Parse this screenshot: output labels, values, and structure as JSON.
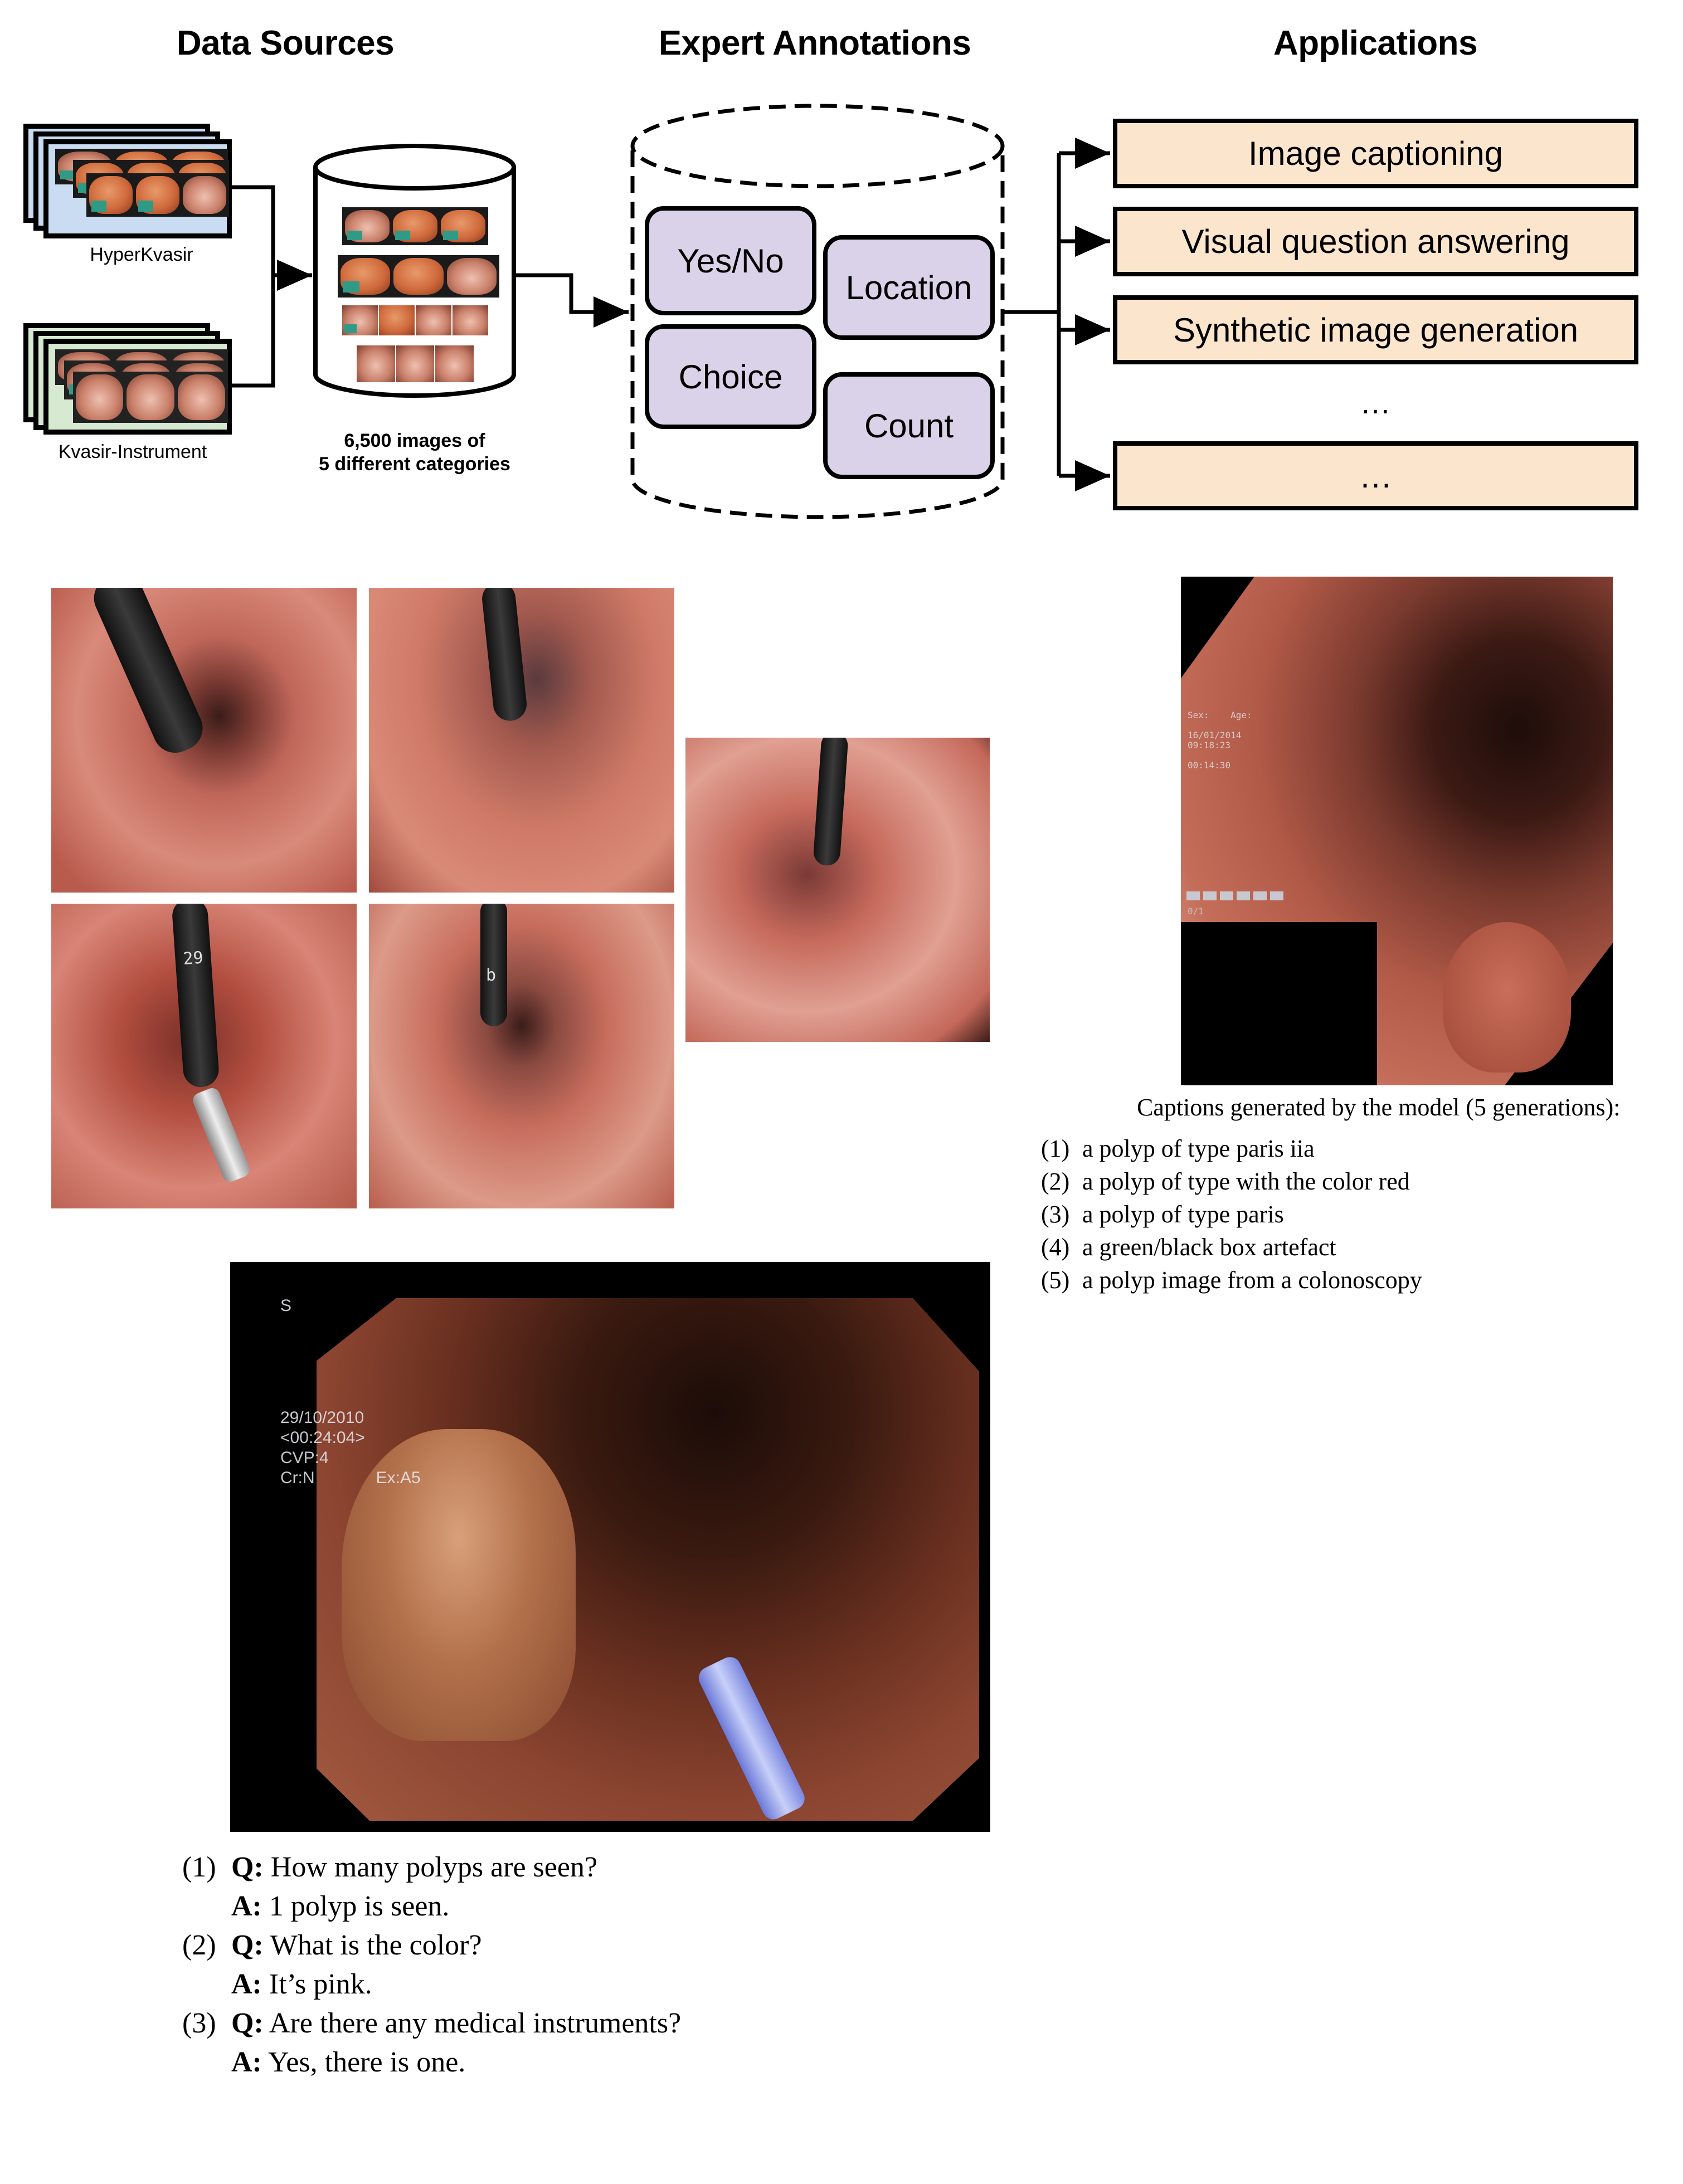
{
  "headers": {
    "data_sources": "Data Sources",
    "expert_annotations": "Expert Annotations",
    "applications": "Applications"
  },
  "data_sources": {
    "hyperkvasir_label": "HyperKvasir",
    "kvasir_instrument_label": "Kvasir-Instrument",
    "database_caption_line1": "6,500 images of",
    "database_caption_line2": "5 different categories"
  },
  "annotations": {
    "yes_no": "Yes/No",
    "location": "Location",
    "choice": "Choice",
    "count": "Count"
  },
  "applications": {
    "items": [
      "Image captioning",
      "Visual question answering",
      "Synthetic image generation"
    ],
    "ellipsis_between": "…",
    "last_box": "…"
  },
  "colors": {
    "hyperkvasir_bg": "#c9dcf1",
    "kvasir_instrument_bg": "#d6ead2",
    "annotation_box": "#d9d2e9",
    "application_box": "#fce5cd"
  },
  "endoscopy_overlays": {
    "vqa_image": {
      "corner": "S",
      "date": "29/10/2010",
      "time": "<00:24:04>",
      "cvp": "CVP:4",
      "cr": "Cr:N",
      "ex": "Ex:A5"
    },
    "caption_image": {
      "sex": "Sex:",
      "age": "Age:",
      "date": "16/01/2014",
      "time": "09:18:23",
      "elapsed": "00:14:30",
      "frame": "0/1"
    },
    "grid_scope_markings": [
      "29",
      "b"
    ]
  },
  "captioning": {
    "title": "Captions generated by the model (5 generations):",
    "items": [
      {
        "num": "(1)",
        "text": "a polyp of type paris iia"
      },
      {
        "num": "(2)",
        "text": "a polyp of type with the color red"
      },
      {
        "num": "(3)",
        "text": "a polyp of type paris"
      },
      {
        "num": "(4)",
        "text": "a green/black box artefact"
      },
      {
        "num": "(5)",
        "text": "a polyp image from a colonoscopy"
      }
    ]
  },
  "vqa": {
    "q_label": "Q:",
    "a_label": "A:",
    "items": [
      {
        "num": "(1)",
        "question": "How many polyps are seen?",
        "answer": "1 polyp is seen."
      },
      {
        "num": "(2)",
        "question": "What is the color?",
        "answer": "It’s pink."
      },
      {
        "num": "(3)",
        "question": "Are there any medical instruments?",
        "answer": "Yes, there is one."
      }
    ]
  }
}
